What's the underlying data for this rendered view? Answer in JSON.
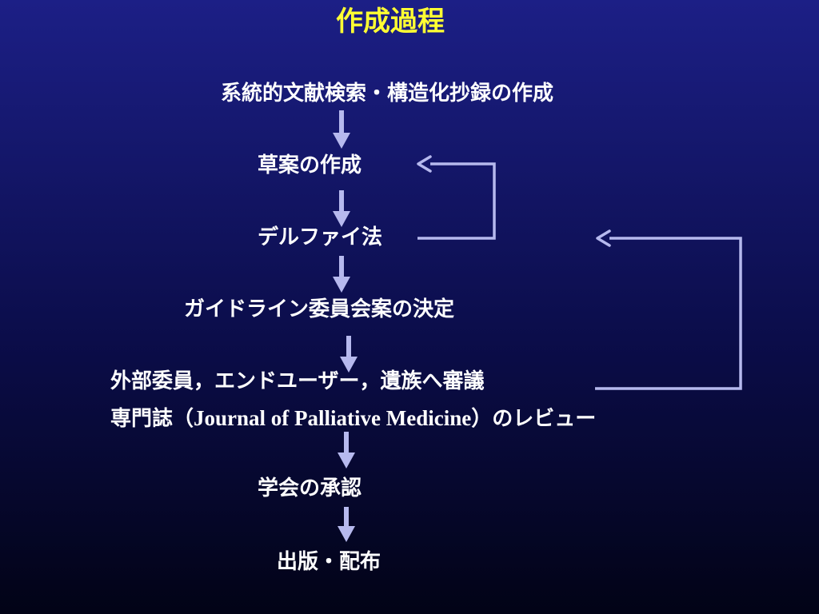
{
  "title": "作成過程",
  "steps": {
    "s1": "系統的文献検索・構造化抄録の作成",
    "s2": "草案の作成",
    "s3": "デルファイ法",
    "s4": "ガイドライン委員会案の決定",
    "s5": "外部委員，エンドユーザー，遺族へ審議",
    "s6_pre": "専門誌（",
    "s6_journal": "Journal of Palliative Medicine",
    "s6_post": "）のレビュー",
    "s7": "学会の承認",
    "s8": "出版・配布"
  },
  "colors": {
    "background_top": "#1c1f86",
    "background_bottom": "#020316",
    "title": "#ffff33",
    "text": "#ffffff",
    "arrow": "#b6b9ee"
  }
}
